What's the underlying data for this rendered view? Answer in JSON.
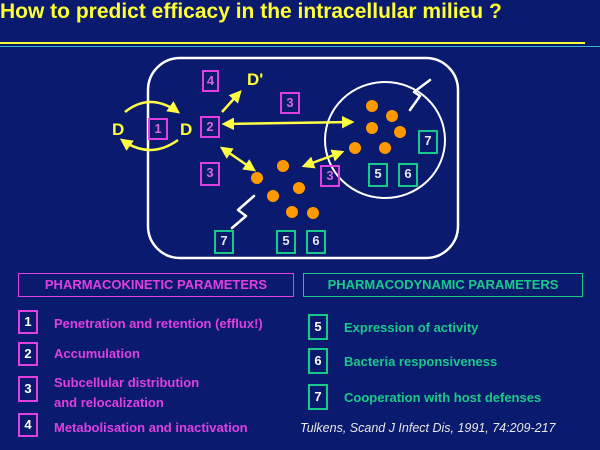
{
  "title": "How to predict efficacy in the intracellular milieu ?",
  "diagram": {
    "d_left": "D",
    "d_mid": "D",
    "d_prime": "D'",
    "box_1": "1",
    "box_2": "2",
    "box_3_center": "3",
    "box_3_left": "3",
    "box_3_right": "3",
    "box_4": "4",
    "box_5_bottom": "5",
    "box_6_bottom": "6",
    "box_7_bottom": "7",
    "box_5_inner": "5",
    "box_6_inner": "6",
    "box_7_inner": "7"
  },
  "pk": {
    "header": "PHARMACOKINETIC PARAMETERS",
    "items": [
      {
        "num": "1",
        "text": "Penetration and retention (efflux!)"
      },
      {
        "num": "2",
        "text": "Accumulation"
      },
      {
        "num": "3",
        "text_line1": "Subcellular distribution",
        "text_line2": "and relocalization"
      },
      {
        "num": "4",
        "text": "Metabolisation and inactivation"
      }
    ]
  },
  "pd": {
    "header": "PHARMACODYNAMIC PARAMETERS",
    "items": [
      {
        "num": "5",
        "text": "Expression of activity"
      },
      {
        "num": "6",
        "text": "Bacteria responsiveness"
      },
      {
        "num": "7",
        "text": "Cooperation with host defenses"
      }
    ]
  },
  "citation": "Tulkens, Scand J Infect Dis, 1991, 74:209-217",
  "colors": {
    "background": "#0a1a6e",
    "title": "#ffff33",
    "pk": "#e040e0",
    "pd": "#19c98a",
    "arrow": "#ffff44",
    "bacteria": "#ff9900"
  }
}
